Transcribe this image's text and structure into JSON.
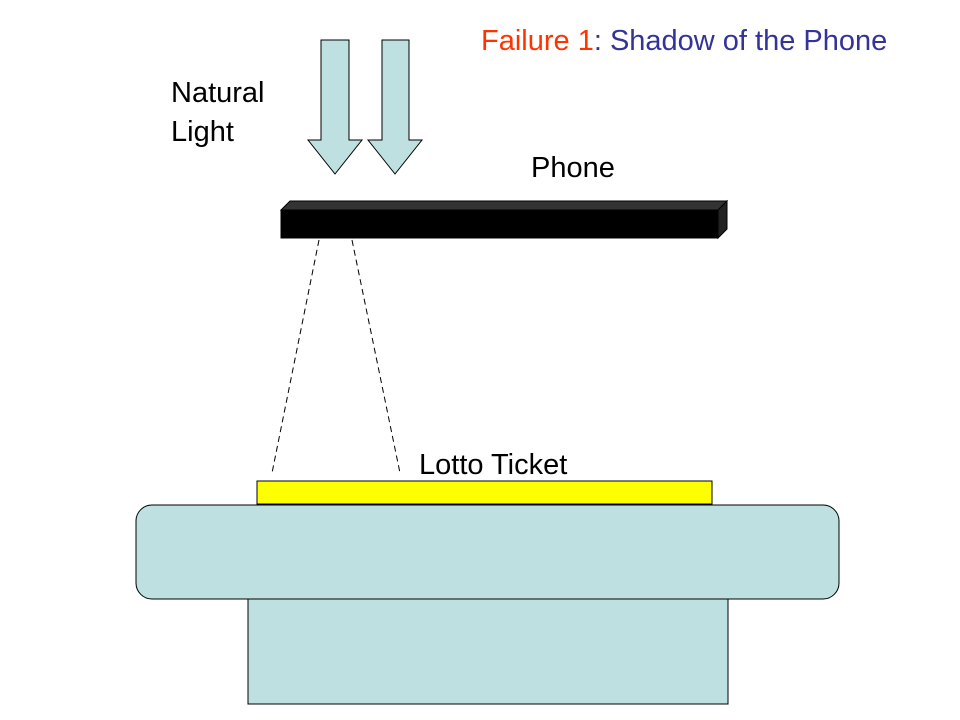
{
  "title": {
    "failure": "Failure 1",
    "separator": ":",
    "description": " Shadow of the Phone"
  },
  "labels": {
    "natural_line1": "Natural",
    "natural_line2": "Light",
    "phone": "Phone",
    "ticket": "Lotto Ticket"
  },
  "colors": {
    "title_failure": "#ff3300",
    "title_description": "#333399",
    "light_arrow": "#bfe0e0",
    "phone": "#000000",
    "ticket": "#ffff00",
    "table": "#bfe0e0"
  }
}
